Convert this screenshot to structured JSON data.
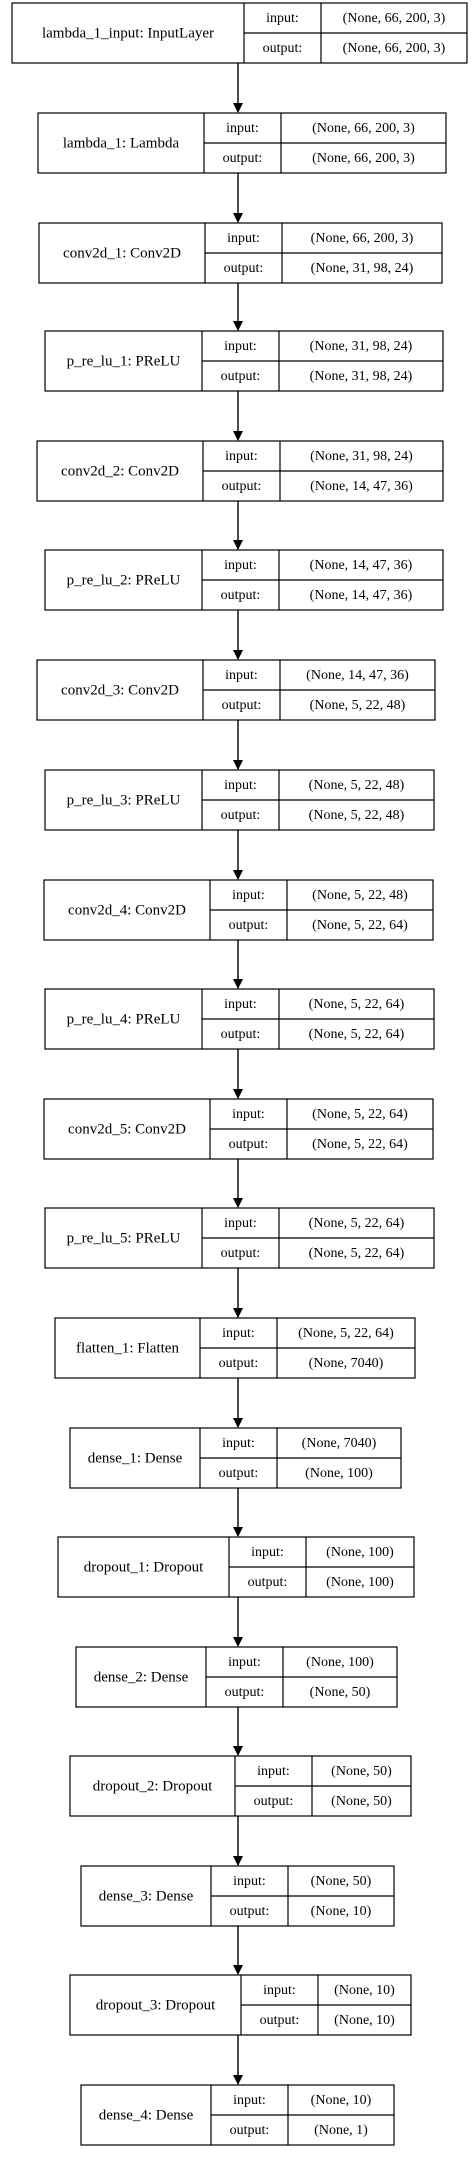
{
  "labels": {
    "input": "input:",
    "output": "output:"
  },
  "nodes": [
    {
      "name": "lambda_1_input: InputLayer",
      "input": "(None, 66, 200, 3)",
      "output": "(None, 66, 200, 3)"
    },
    {
      "name": "lambda_1: Lambda",
      "input": "(None, 66, 200, 3)",
      "output": "(None, 66, 200, 3)"
    },
    {
      "name": "conv2d_1: Conv2D",
      "input": "(None, 66, 200, 3)",
      "output": "(None, 31, 98, 24)"
    },
    {
      "name": "p_re_lu_1: PReLU",
      "input": "(None, 31, 98, 24)",
      "output": "(None, 31, 98, 24)"
    },
    {
      "name": "conv2d_2: Conv2D",
      "input": "(None, 31, 98, 24)",
      "output": "(None, 14, 47, 36)"
    },
    {
      "name": "p_re_lu_2: PReLU",
      "input": "(None, 14, 47, 36)",
      "output": "(None, 14, 47, 36)"
    },
    {
      "name": "conv2d_3: Conv2D",
      "input": "(None, 14, 47, 36)",
      "output": "(None, 5, 22, 48)"
    },
    {
      "name": "p_re_lu_3: PReLU",
      "input": "(None, 5, 22, 48)",
      "output": "(None, 5, 22, 48)"
    },
    {
      "name": "conv2d_4: Conv2D",
      "input": "(None, 5, 22, 48)",
      "output": "(None, 5, 22, 64)"
    },
    {
      "name": "p_re_lu_4: PReLU",
      "input": "(None, 5, 22, 64)",
      "output": "(None, 5, 22, 64)"
    },
    {
      "name": "conv2d_5: Conv2D",
      "input": "(None, 5, 22, 64)",
      "output": "(None, 5, 22, 64)"
    },
    {
      "name": "p_re_lu_5: PReLU",
      "input": "(None, 5, 22, 64)",
      "output": "(None, 5, 22, 64)"
    },
    {
      "name": "flatten_1: Flatten",
      "input": "(None, 5, 22, 64)",
      "output": "(None, 7040)"
    },
    {
      "name": "dense_1: Dense",
      "input": "(None, 7040)",
      "output": "(None, 100)"
    },
    {
      "name": "dropout_1: Dropout",
      "input": "(None, 100)",
      "output": "(None, 100)"
    },
    {
      "name": "dense_2: Dense",
      "input": "(None, 100)",
      "output": "(None, 50)"
    },
    {
      "name": "dropout_2: Dropout",
      "input": "(None, 50)",
      "output": "(None, 50)"
    },
    {
      "name": "dense_3: Dense",
      "input": "(None, 50)",
      "output": "(None, 10)"
    },
    {
      "name": "dropout_3: Dropout",
      "input": "(None, 10)",
      "output": "(None, 10)"
    },
    {
      "name": "dense_4: Dense",
      "input": "(None, 10)",
      "output": "(None, 1)"
    }
  ]
}
